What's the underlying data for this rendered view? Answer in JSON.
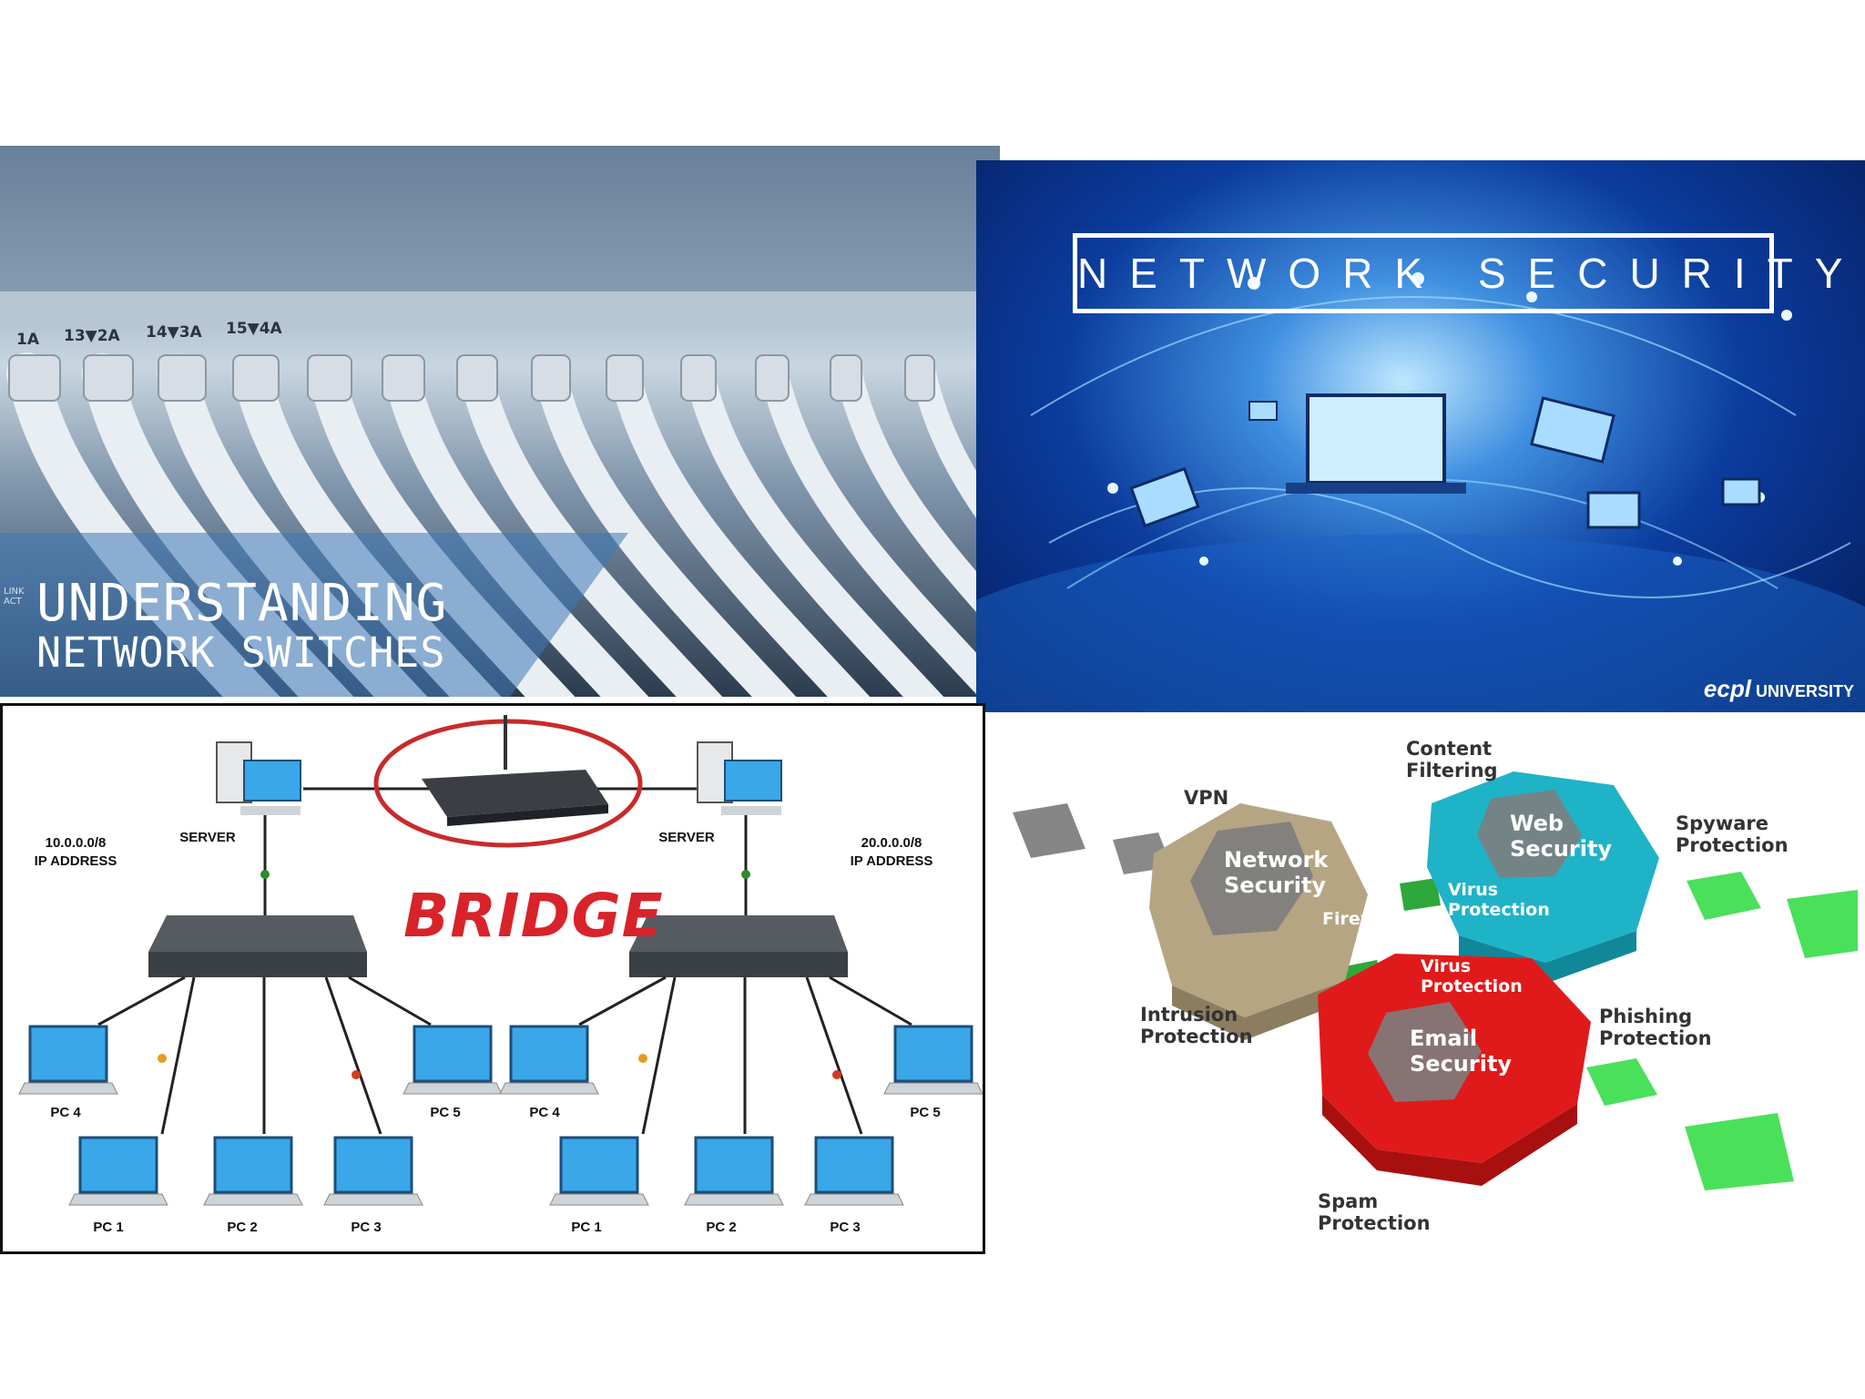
{
  "switches_panel": {
    "title_line1": "UNDERSTANDING",
    "title_line2": "NETWORK SWITCHES",
    "port_labels": [
      "1A",
      "13▼2A",
      "14▼3A",
      "15▼4A"
    ],
    "corner_label": "LINK ACT"
  },
  "security_panel": {
    "title": "NETWORK SECURITY",
    "logo_mark": "ecpl",
    "logo_text": "UNIVERSITY"
  },
  "bridge_panel": {
    "bridge_label": "BRIDGE",
    "left_network": {
      "ip": "10.0.0.0/8",
      "ip_caption": "IP ADDRESS",
      "server": "SERVER",
      "pcs": [
        "PC 4",
        "PC 5",
        "PC 1",
        "PC 2",
        "PC 3"
      ]
    },
    "right_network": {
      "ip": "20.0.0.0/8",
      "ip_caption": "IP ADDRESS",
      "server": "SERVER",
      "pcs": [
        "PC 4",
        "PC 5",
        "PC 1",
        "PC 2",
        "PC 3"
      ]
    },
    "colors": {
      "bridge_red": "#d8232a",
      "screen_blue": "#3aa7e8",
      "switch_dark": "#3a3f44"
    }
  },
  "layers_panel": {
    "outer_labels": {
      "vpn": "VPN",
      "content_filtering": [
        "Content",
        "Filtering"
      ],
      "spyware": [
        "Spyware",
        "Protection"
      ],
      "intrusion": [
        "Intrusion",
        "Protection"
      ],
      "phishing": [
        "Phishing",
        "Protection"
      ],
      "spam": [
        "Spam",
        "Protection"
      ]
    },
    "modules": {
      "network": [
        "Network",
        "Security"
      ],
      "web": [
        "Web",
        "Security"
      ],
      "email": [
        "Email",
        "Security"
      ]
    },
    "inner_labels": {
      "firewall": "Firewall",
      "virus_top": [
        "Virus",
        "Protection"
      ],
      "virus_bottom": [
        "Virus",
        "Protection"
      ]
    },
    "colors": {
      "tan": "#b6a582",
      "cyan": "#1fb3c8",
      "red": "#e01a1a",
      "green": "#4be05a",
      "grey": "#8a8a8a"
    }
  }
}
